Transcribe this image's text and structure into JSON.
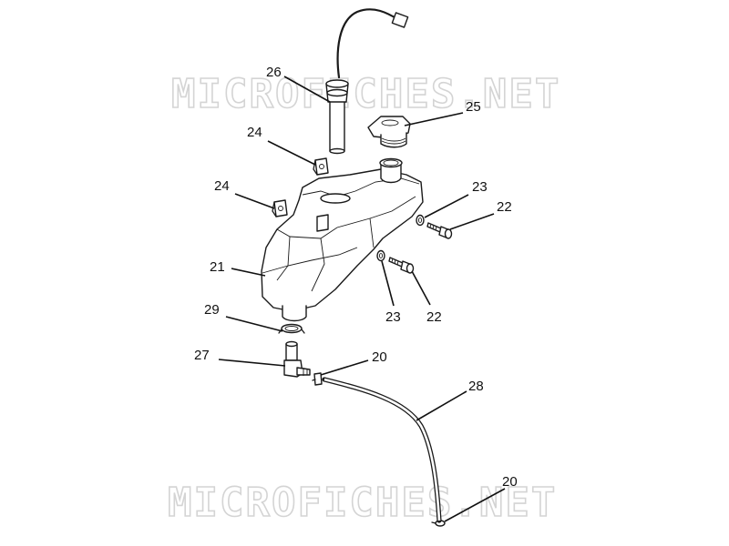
{
  "watermark": "MICROFICHES.NET",
  "colors": {
    "line": "#1a1a1a",
    "watermark": "#d4d4d4",
    "background": "#ffffff"
  },
  "callouts": {
    "c20a": "20",
    "c20b": "20",
    "c21": "21",
    "c22a": "22",
    "c22b": "22",
    "c23a": "23",
    "c23b": "23",
    "c24a": "24",
    "c24b": "24",
    "c25": "25",
    "c26": "26",
    "c27": "27",
    "c28": "28",
    "c29": "29"
  }
}
